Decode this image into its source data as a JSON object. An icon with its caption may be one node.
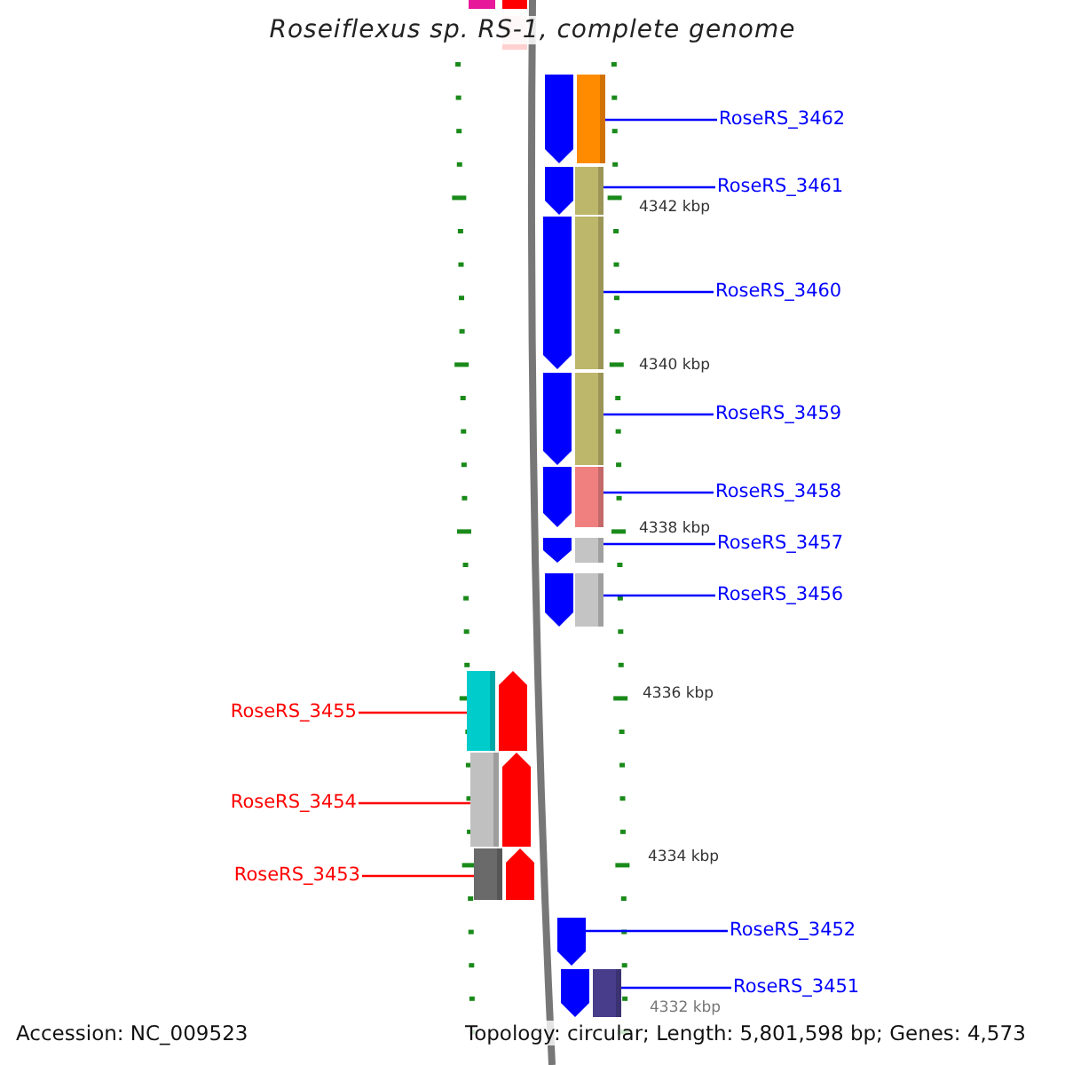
{
  "diagram": {
    "title": "Roseiflexus sp. RS-1, complete genome",
    "nodes": [
      {
        "text": [
          "RoseRS_3462"
        ]
      },
      {
        "text": [
          "RoseRS_3461"
        ]
      },
      {
        "text": [
          "RoseRS_3460"
        ]
      },
      {
        "text": [
          "RoseRS_3459"
        ]
      },
      {
        "text": [
          "RoseRS_3458"
        ]
      },
      {
        "text": [
          "RoseRS_3457"
        ]
      },
      {
        "text": [
          "RoseRS_3456"
        ]
      },
      {
        "text": [
          "RoseRS_3455"
        ]
      },
      {
        "text": [
          "RoseRS_3454"
        ]
      },
      {
        "text": [
          "RoseRS_3453"
        ]
      },
      {
        "text": [
          "RoseRS_3452"
        ]
      },
      {
        "text": [
          "RoseRS_3451"
        ]
      },
      {
        "text": [],
        "shape": "bar"
      },
      {
        "text": [],
        "shape": "bar"
      },
      {
        "text": [],
        "shape": "bar"
      },
      {
        "text": [],
        "shape": "bar"
      },
      {
        "text": [],
        "shape": "bar"
      },
      {
        "text": [],
        "shape": "bar"
      },
      {
        "text": [],
        "shape": "bar"
      },
      {
        "text": [],
        "shape": "bar"
      },
      {
        "text": [],
        "shape": "bar"
      },
      {
        "text": [],
        "shape": "bar"
      },
      {
        "text": [],
        "shape": "bar"
      },
      {
        "text": [],
        "shape": "bar"
      }
    ],
    "edges": [
      {
        "from": 0,
        "to": 12,
        "arrow": "none"
      },
      {
        "from": 1,
        "to": 13,
        "arrow": "none"
      },
      {
        "from": 2,
        "to": 14,
        "arrow": "none"
      },
      {
        "from": 3,
        "to": 15,
        "arrow": "none"
      },
      {
        "from": 4,
        "to": 16,
        "arrow": "none"
      },
      {
        "from": 5,
        "to": 17,
        "arrow": "none"
      },
      {
        "from": 6,
        "to": 18,
        "arrow": "none"
      },
      {
        "from": 7,
        "to": 19,
        "arrow": "none",
        "color": "#ff0000"
      },
      {
        "from": 8,
        "to": 20,
        "arrow": "none",
        "color": "#ff0000"
      },
      {
        "from": 9,
        "to": 21,
        "arrow": "none",
        "color": "#ff0000"
      },
      {
        "from": 10,
        "to": 22,
        "arrow": "none"
      },
      {
        "from": 11,
        "to": 23,
        "arrow": "none"
      }
    ],
    "labels": [
      "4342 kbp",
      "4340 kbp",
      "4338 kbp",
      "4336 kbp",
      "4334 kbp",
      "4332 kbp",
      "Accession: NC_009523",
      "Topology: circular; Length: 5,801,598 bp; Genes: 4,573"
    ]
  }
}
